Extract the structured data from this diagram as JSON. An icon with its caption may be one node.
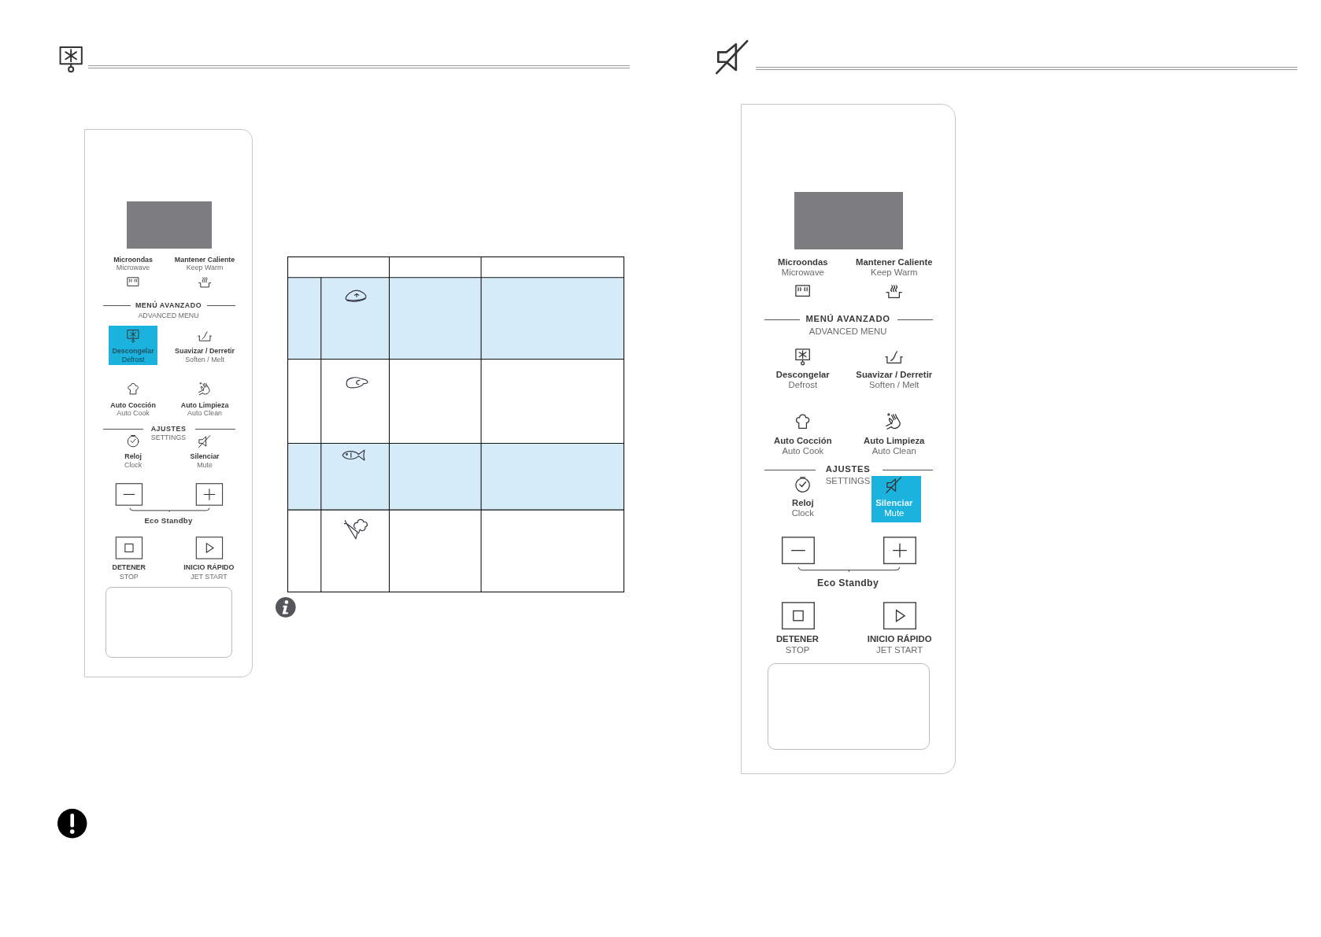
{
  "diagram": {
    "nodes": [
      {
        "text": [],
        "shape": "box"
      },
      {
        "text": [],
        "shape": "box"
      }
    ],
    "labels": [
      "Microondas",
      "Microwave",
      "Mantener Caliente",
      "Keep Warm",
      "MENÚ AVANZADO",
      "ADVANCED MENU",
      "Descongelar",
      "Defrost",
      "Suavizar / Derretir",
      "Soften / Melt",
      "Auto Cocción",
      "Auto Cook",
      "Auto Limpieza",
      "Auto Clean",
      "AJUSTES",
      "SETTINGS",
      "Reloj",
      "Clock",
      "Silenciar",
      "Mute",
      "Eco Standby",
      "DETENER",
      "STOP",
      "INICIO RÁPIDO",
      "JET START",
      "Microondas",
      "Microwave",
      "Mantener Caliente",
      "Keep Warm",
      "MENÚ AVANZADO",
      "ADVANCED MENU",
      "Descongelar",
      "Defrost",
      "Suavizar / Derretir",
      "Soften / Melt",
      "Auto Cocción",
      "Auto Cook",
      "Auto Limpieza",
      "Auto Clean",
      "AJUSTES",
      "SETTINGS",
      "Reloj",
      "Clock",
      "Silenciar",
      "Mute",
      "Eco Standby",
      "DETENER",
      "STOP",
      "INICIO RÁPIDO",
      "JET START"
    ]
  }
}
